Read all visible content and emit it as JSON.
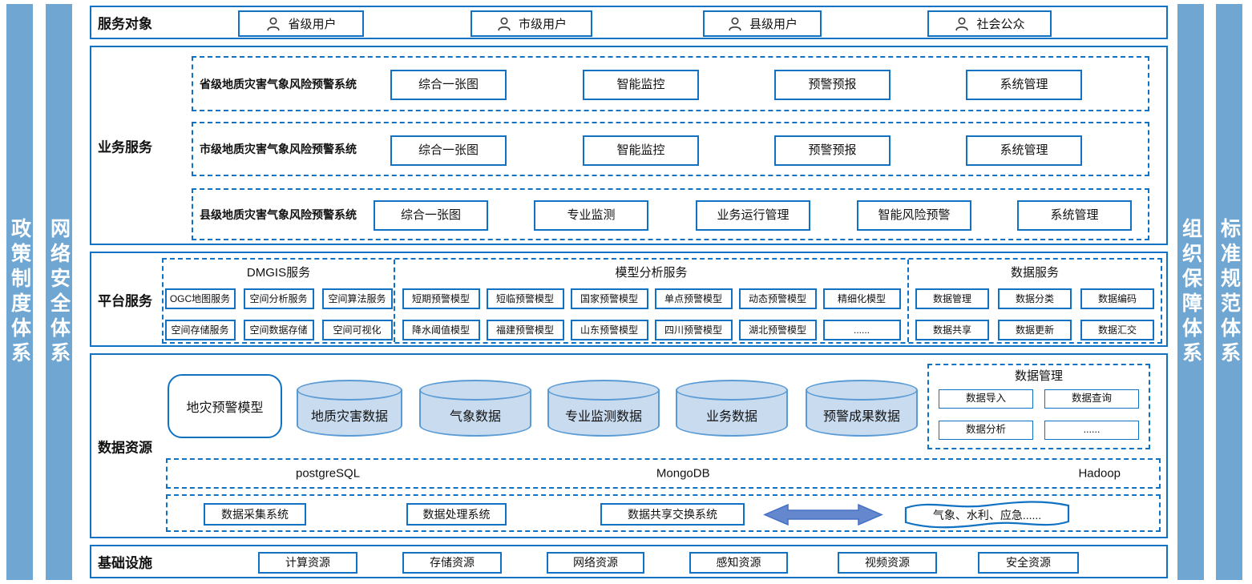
{
  "colors": {
    "border_blue": "#1172C3",
    "sidebar_blue": "#6FA6D2",
    "cylinder_fill": "#C9DCEF",
    "cylinder_border": "#5B9BD5",
    "arrow_fill": "#6487CD"
  },
  "sidebars": {
    "left": [
      "政策制度体系",
      "网络安全体系"
    ],
    "right": [
      "组织保障体系",
      "标准规范体系"
    ]
  },
  "service_objects": {
    "title": "服务对象",
    "items": [
      "省级用户",
      "市级用户",
      "县级用户",
      "社会公众"
    ]
  },
  "business": {
    "title": "业务服务",
    "rows": [
      {
        "label": "省级地质灾害气象风险预警系统",
        "items": [
          "综合一张图",
          "智能监控",
          "预警预报",
          "系统管理"
        ]
      },
      {
        "label": "市级地质灾害气象风险预警系统",
        "items": [
          "综合一张图",
          "智能监控",
          "预警预报",
          "系统管理"
        ]
      },
      {
        "label": "县级地质灾害气象风险预警系统",
        "items": [
          "综合一张图",
          "专业监测",
          "业务运行管理",
          "智能风险预警",
          "系统管理"
        ]
      }
    ]
  },
  "platform": {
    "title": "平台服务",
    "groups": [
      {
        "title": "DMGIS服务",
        "rows": [
          [
            "OGC地图服务",
            "空间分析服务",
            "空间算法服务"
          ],
          [
            "空间存储服务",
            "空间数据存储",
            "空间可视化"
          ]
        ]
      },
      {
        "title": "模型分析服务",
        "rows": [
          [
            "短期预警模型",
            "短临预警模型",
            "国家预警模型",
            "单点预警模型",
            "动态预警模型",
            "精细化模型"
          ],
          [
            "降水阈值模型",
            "福建预警模型",
            "山东预警模型",
            "四川预警模型",
            "湖北预警模型",
            "......"
          ]
        ]
      },
      {
        "title": "数据服务",
        "rows": [
          [
            "数据管理",
            "数据分类",
            "数据编码"
          ],
          [
            "数据共享",
            "数据更新",
            "数据汇交"
          ]
        ]
      }
    ]
  },
  "data_resources": {
    "title": "数据资源",
    "model_box": "地灾预警模型",
    "cylinders": [
      "地质灾害数据",
      "气象数据",
      "专业监测数据",
      "业务数据",
      "预警成果数据"
    ],
    "data_management": {
      "title": "数据管理",
      "items": [
        "数据导入",
        "数据查询",
        "数据分析",
        "......"
      ]
    },
    "databases": [
      "postgreSQL",
      "MongoDB",
      "Hadoop"
    ],
    "systems": [
      "数据采集系统",
      "数据处理系统",
      "数据共享交换系统"
    ],
    "external_systems": "气象、水利、应急......"
  },
  "infrastructure": {
    "title": "基础设施",
    "items": [
      "计算资源",
      "存储资源",
      "网络资源",
      "感知资源",
      "视频资源",
      "安全资源"
    ]
  }
}
